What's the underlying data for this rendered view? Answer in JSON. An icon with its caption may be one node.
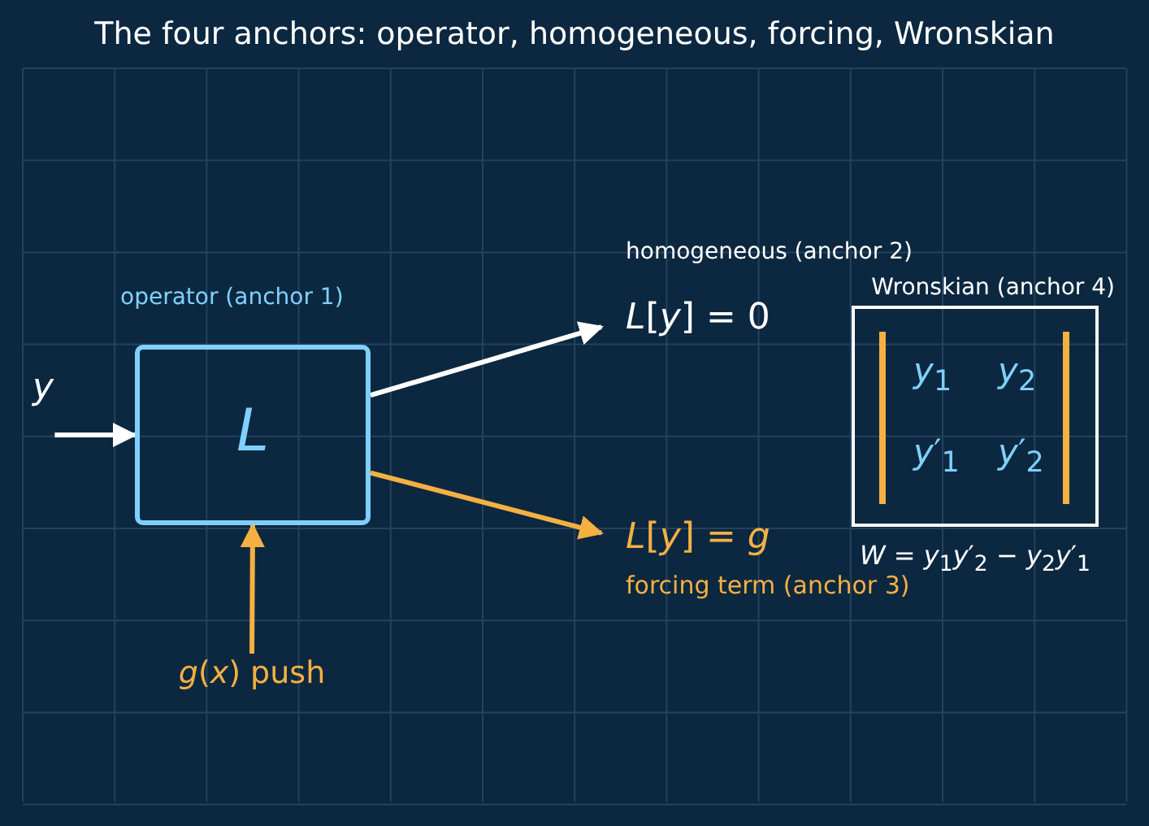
{
  "diagram": {
    "title": "The four anchors: operator, homogeneous, forcing, Wronskian",
    "nodes": [
      {
        "text": [
          "operator (anchor 1)",
          "L"
        ]
      },
      {
        "text": [
          "y"
        ]
      },
      {
        "text": [
          "*g*(*x*) push"
        ]
      },
      {
        "text": [
          "homogeneous (anchor 2)",
          "*L*[*y*] = 0"
        ]
      },
      {
        "text": [
          "*L*[*y*] = *g*",
          "forcing term (anchor 3)"
        ]
      },
      {
        "text": [
          "Wronskian (anchor 4)",
          "*y*$_{1}$",
          "*y*$_{2}$",
          "*y*′$_{1}$",
          "*y*′$_{2}$"
        ]
      }
    ],
    "edges": [
      {
        "from": 1,
        "to": 0,
        "arrow": "to"
      },
      {
        "from": 2,
        "to": 0,
        "arrow": "to",
        "color": "#f5b042"
      },
      {
        "from": 0,
        "to": 3,
        "arrow": "to"
      },
      {
        "from": 0,
        "to": 4,
        "arrow": "to",
        "color": "#f5b042"
      }
    ],
    "labels": [
      "*W* = *y*$_{1}$*y*′$_{2}$ − *y*$_{2}$*y*′$_{1}$"
    ]
  }
}
